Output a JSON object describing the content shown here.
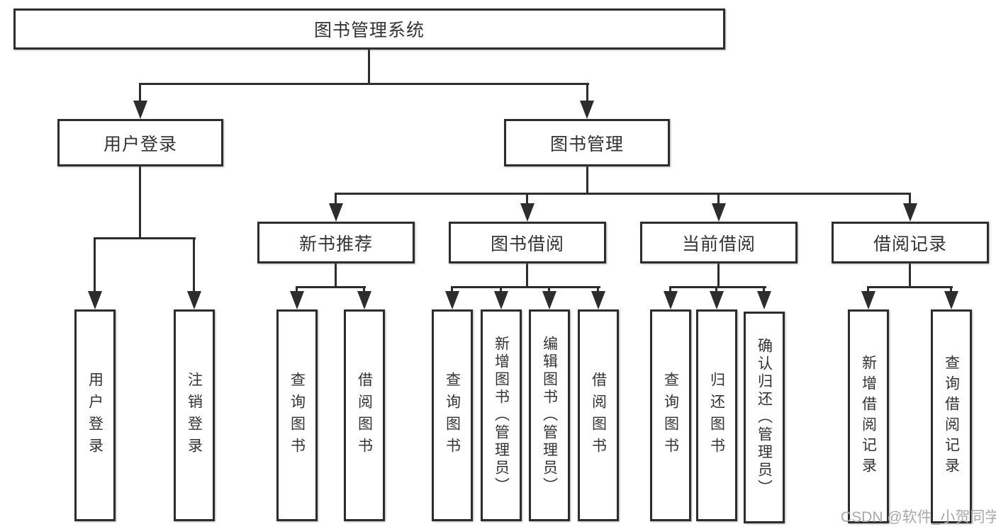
{
  "tree": {
    "root": {
      "label": "图书管理系统"
    },
    "level2": [
      {
        "label": "用户登录"
      },
      {
        "label": "图书管理"
      }
    ],
    "level3": [
      {
        "label": "新书推荐"
      },
      {
        "label": "图书借阅"
      },
      {
        "label": "当前借阅"
      },
      {
        "label": "借阅记录"
      }
    ],
    "leaves": {
      "user_login": [
        {
          "label": "用户登录"
        },
        {
          "label": "注销登录"
        }
      ],
      "new_book": [
        {
          "label": "查询图书"
        },
        {
          "label": "借阅图书"
        }
      ],
      "book_borrow": [
        {
          "label": "查询图书"
        },
        {
          "label": "新增图书（管理员）"
        },
        {
          "label": "编辑图书（管理员）"
        },
        {
          "label": "借阅图书"
        }
      ],
      "current_borrow": [
        {
          "label": "查询图书"
        },
        {
          "label": "归还图书"
        },
        {
          "label": "确认归还（管理员）"
        }
      ],
      "borrow_record": [
        {
          "label": "新增借阅记录"
        },
        {
          "label": "查询借阅记录"
        }
      ]
    }
  },
  "watermark": "CSDN @软件_小贺同学",
  "colors": {
    "line": "#2d2d2d",
    "text": "#333333",
    "background": "#ffffff",
    "watermark": "#a8a8a8"
  }
}
